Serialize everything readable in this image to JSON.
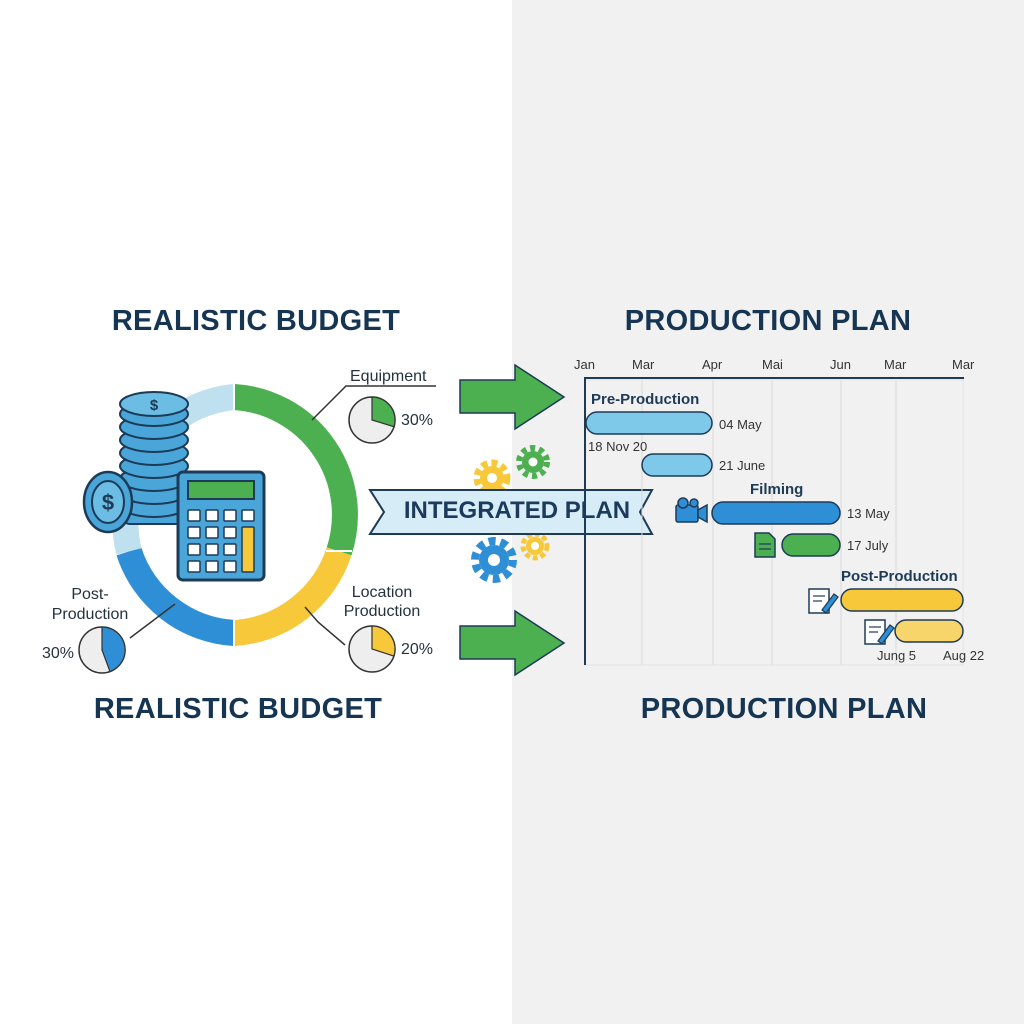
{
  "titles": {
    "budget_top": "REALISTIC BUDGET",
    "plan_top": "PRODUCTION PLAN",
    "budget_bottom": "REALISTIC BUDGET",
    "plan_bottom": "PRODUCTION PLAN"
  },
  "banner": {
    "label": "INTEGRATED PLAN"
  },
  "budget": {
    "equipment": {
      "label": "Equipment",
      "percent": "30%",
      "fraction": 0.3
    },
    "location": {
      "label": "Location\nProduction",
      "percent": "20%",
      "fraction": 0.2
    },
    "post": {
      "label": "Post-\nProduction",
      "percent": "30%",
      "fraction": 0.3
    }
  },
  "timeline": {
    "months": [
      "Jan",
      "Mar",
      "Apr",
      "Mai",
      "Jun",
      "Mar",
      "Mar"
    ],
    "phases": {
      "pre": "Pre-Production",
      "filming": "Filming",
      "post": "Post-Production"
    },
    "dates": {
      "d1": "04 May",
      "d2": "18 Nov 20",
      "d3": "21 June",
      "d4": "13 May",
      "d5": "17 July",
      "d6": "Jung 5",
      "d7": "Aug 22"
    }
  },
  "colors": {
    "green": "#4caf50",
    "blue": "#2f8fd6",
    "yellow": "#f7c93a",
    "light_blue": "#bfe1ef",
    "navy": "#1d3a57",
    "calc_blue": "#4aa6d8"
  },
  "icons": [
    "coin-stack-icon",
    "dollar-coin-icon",
    "calculator-icon",
    "gears-icon",
    "camera-icon",
    "document-icon",
    "edit-document-icon"
  ]
}
